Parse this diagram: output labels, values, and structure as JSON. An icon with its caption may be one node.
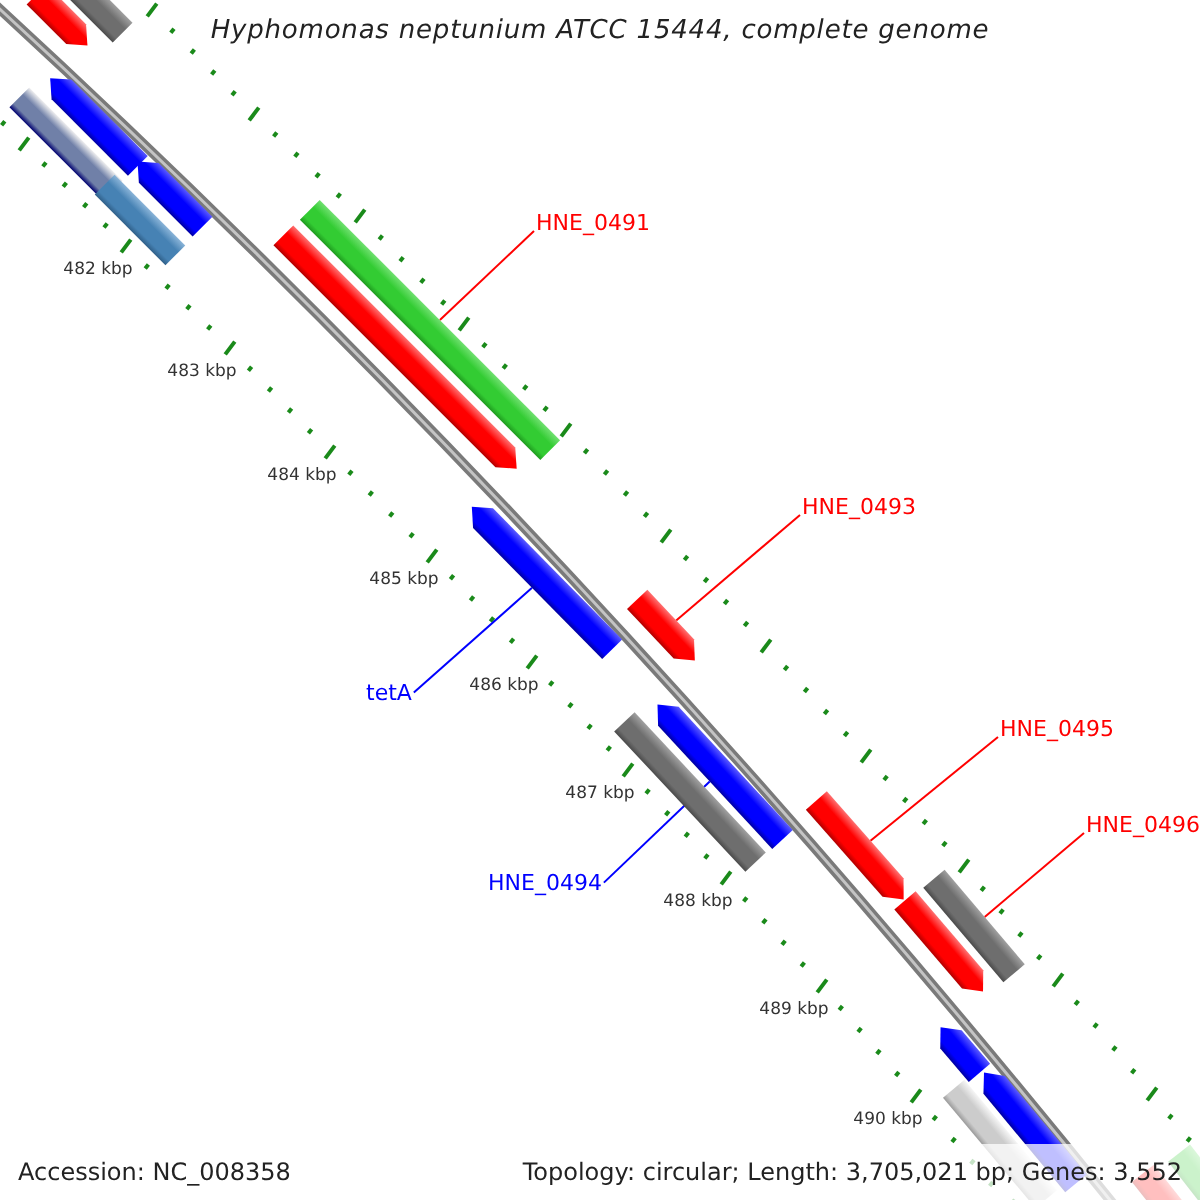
{
  "diagram": {
    "title": "Hyphomonas neptunium ATCC 15444, complete genome",
    "nodes": [
      {
        "text": [
          "HNE_0491"
        ]
      },
      {
        "text": [],
        "shape": "bar"
      },
      {
        "text": [
          "HNE_0493"
        ]
      },
      {
        "text": [],
        "shape": "arrow"
      },
      {
        "text": [
          "HNE_0495"
        ]
      },
      {
        "text": [],
        "shape": "arrow"
      },
      {
        "text": [
          "HNE_0496"
        ]
      },
      {
        "text": [],
        "shape": "bar"
      },
      {
        "text": [
          "tetA"
        ]
      },
      {
        "text": [],
        "shape": "arrow"
      },
      {
        "text": [
          "HNE_0494"
        ]
      },
      {
        "text": [],
        "shape": "arrow"
      },
      {
        "text": [],
        "shape": "bar"
      },
      {
        "text": [],
        "shape": "arrow"
      },
      {
        "text": [],
        "shape": "arrow"
      },
      {
        "text": [],
        "shape": "bar"
      },
      {
        "text": [],
        "shape": "arrow"
      },
      {
        "text": [],
        "shape": "bar"
      },
      {
        "text": [],
        "shape": "arrow"
      },
      {
        "text": [],
        "shape": "bar"
      },
      {
        "text": [],
        "shape": "arrow"
      },
      {
        "text": [],
        "shape": "arrow"
      },
      {
        "text": [],
        "shape": "arrow"
      },
      {
        "text": [],
        "shape": "bar"
      },
      {
        "text": [],
        "shape": "bar"
      },
      {
        "text": [],
        "shape": "arrow"
      }
    ],
    "edges": [
      {
        "from": 0,
        "to": 1,
        "arrow": "none"
      },
      {
        "from": 2,
        "to": 3,
        "arrow": "none"
      },
      {
        "from": 4,
        "to": 5,
        "arrow": "none"
      },
      {
        "from": 6,
        "to": 7,
        "arrow": "none"
      },
      {
        "from": 8,
        "to": 9,
        "arrow": "none",
        "color": "#0000ff"
      },
      {
        "from": 10,
        "to": 11,
        "arrow": "none",
        "color": "#0000ff"
      }
    ],
    "labels": [
      "482 kbp",
      "483 kbp",
      "484 kbp",
      "485 kbp",
      "486 kbp",
      "487 kbp",
      "488 kbp",
      "489 kbp",
      "490 kbp",
      "Accession: NC_008358",
      "Topology: circular; Length: 3,705,021 bp; Genes: 3,552"
    ]
  }
}
